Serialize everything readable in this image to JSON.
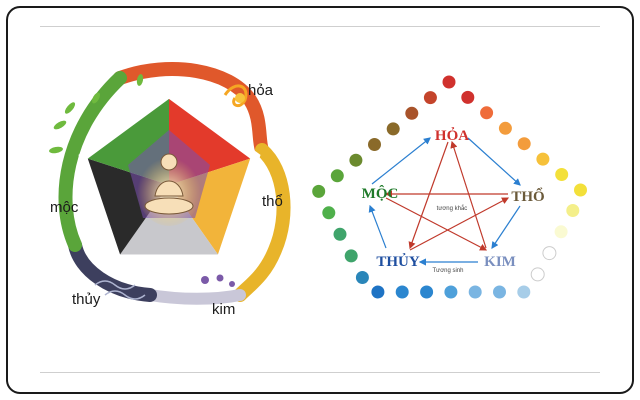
{
  "left_diagram": {
    "labels": {
      "hoa": "hỏa",
      "tho": "thổ",
      "kim": "kim",
      "thuy": "thủy",
      "moc": "mộc"
    }
  },
  "right_diagram": {
    "labels": {
      "hoa": "HỎA",
      "tho": "THỔ",
      "kim": "KIM",
      "thuy": "THỦY",
      "moc": "MỘC"
    },
    "inner_labels": {
      "tuong_khac": "tương khắc",
      "tuong_sinh": "Tương sinh"
    },
    "colors": {
      "hoa": "#d0312d",
      "tho": "#6b5a3a",
      "kim": "#7a8fbf",
      "thuy": "#1f4fa0",
      "moc": "#1f7a2a",
      "generating_arrow": "#2b7fd0",
      "controlling_arrow": "#c0392b"
    },
    "dot_colors": [
      "#d0312d",
      "#ef6c3a",
      "#f39c3c",
      "#f6c13a",
      "#f3e03a",
      "#f4ef8a",
      "#fafad2",
      "#ffffff",
      "#a7cde8",
      "#7ab5e2",
      "#4ea0da",
      "#2b86cf",
      "#1e73c4",
      "#2a86b9",
      "#3fa46b",
      "#4fb04b",
      "#5aa53a",
      "#6b8a2e",
      "#8a6a2a",
      "#a8532a",
      "#c4442b"
    ]
  }
}
